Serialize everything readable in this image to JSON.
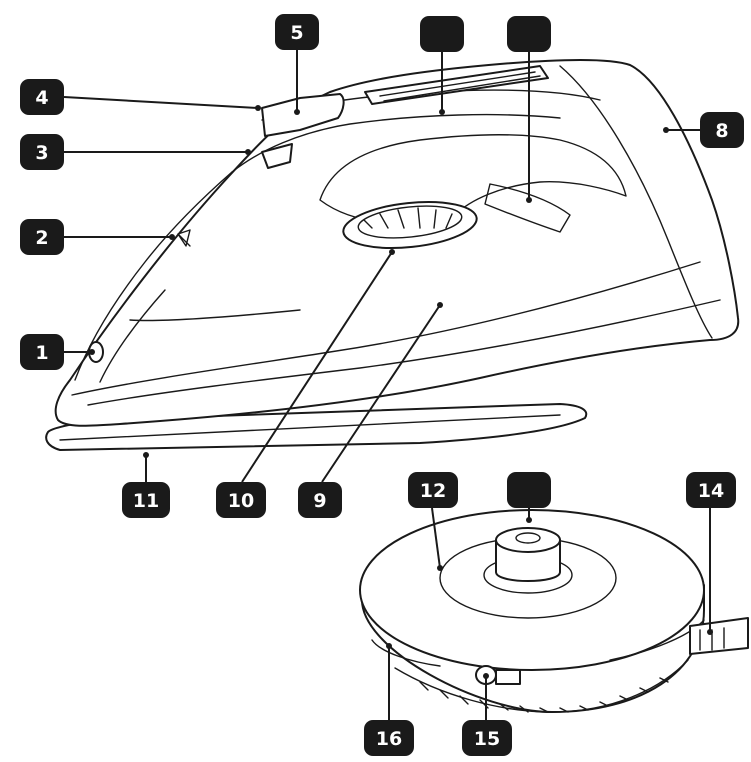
{
  "callouts": [
    {
      "id": "c1",
      "label": "1"
    },
    {
      "id": "c2",
      "label": "2"
    },
    {
      "id": "c3",
      "label": "3"
    },
    {
      "id": "c4",
      "label": "4"
    },
    {
      "id": "c5",
      "label": "5"
    },
    {
      "id": "c6",
      "label": ""
    },
    {
      "id": "c7",
      "label": ""
    },
    {
      "id": "c8",
      "label": "8"
    },
    {
      "id": "c9",
      "label": "9"
    },
    {
      "id": "c10",
      "label": "10"
    },
    {
      "id": "c11",
      "label": "11"
    },
    {
      "id": "c12",
      "label": "12"
    },
    {
      "id": "c13",
      "label": ""
    },
    {
      "id": "c14",
      "label": "14"
    },
    {
      "id": "c15",
      "label": "15"
    },
    {
      "id": "c16",
      "label": "16"
    }
  ],
  "colors": {
    "ink": "#1a1a1a",
    "paper": "#ffffff"
  }
}
